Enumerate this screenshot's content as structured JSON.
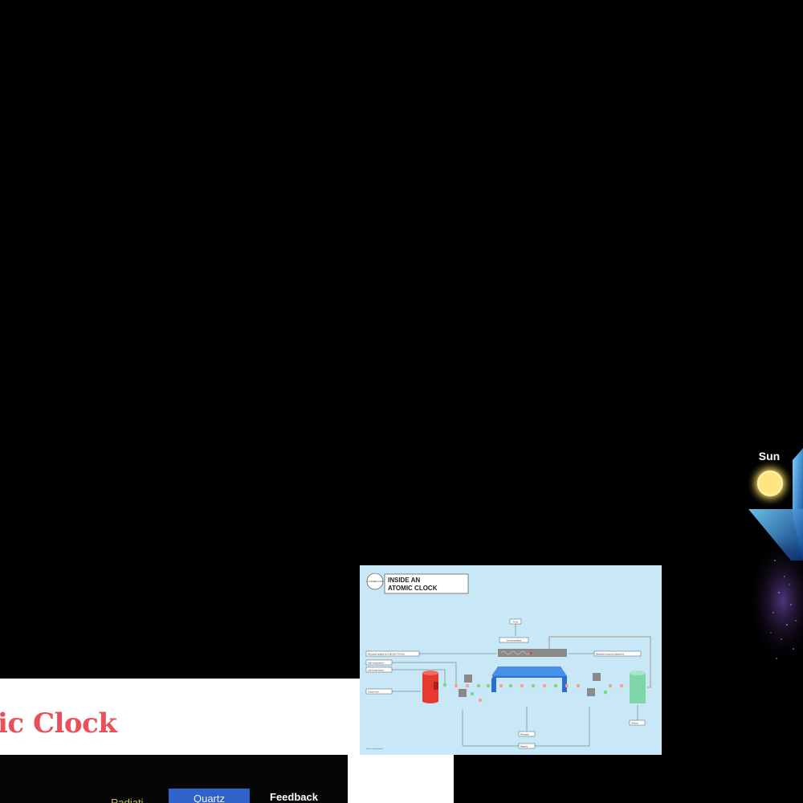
{
  "left_tile": {
    "title": "ic Clock",
    "nav": {
      "radiation_label": "Radiati",
      "quartz_label": "Quartz",
      "feedback_label": "Feedback"
    }
  },
  "infographic": {
    "badge": "A CLOSER LOOK",
    "title_line1": "INSIDE AN",
    "title_line2": "ATOMIC CLOCK",
    "labels": {
      "time": "Time",
      "counter": "Counter/oscillator",
      "microwave": "Microwave radiation at 9,192,631,770 hertz",
      "high_energy": "High energy atoms",
      "low_energy": "Low energy atoms",
      "cesium_oven": "Cesium oven",
      "freq_adjust": "Microwave frequency adjustment",
      "resonator": "Resonator",
      "magnets": "Magnets",
      "detector": "Detector",
      "credit": "Source: Encyclopaedia"
    },
    "colors": {
      "background": "#c8e8f7",
      "oven": "#e63a2e",
      "resonator": "#2a6fd0",
      "detector": "#7fd6a8",
      "high_energy_atom": "#f4a48a",
      "low_energy_atom": "#7fd67f"
    }
  },
  "space_tile": {
    "sun_label": "Sun"
  }
}
